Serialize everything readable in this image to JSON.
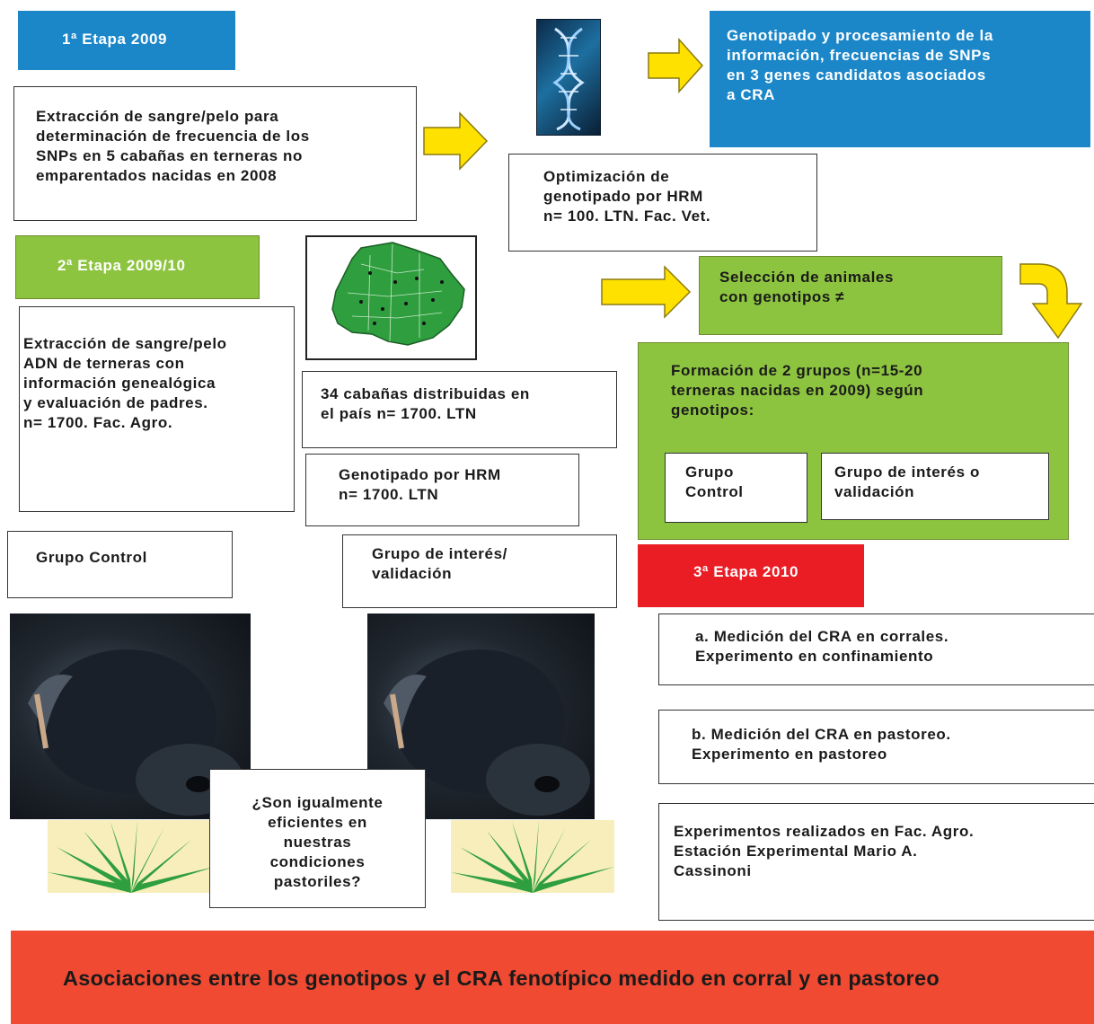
{
  "stage1": {
    "label": "1ª Etapa 2009"
  },
  "stage2": {
    "label": "2ª Etapa 2009/10"
  },
  "stage3": {
    "label": "3ª Etapa 2010"
  },
  "extraction1": "Extracción de sangre/pelo para\ndeterminación de frecuencia de los\nSNPs en 5 cabañas en terneras no\nemparentados nacidas en 2008",
  "genotyping_processing": "Genotipado y procesamiento de la\ninformación, frecuencias de SNPs\nen 3 genes candidatos asociados\na CRA",
  "optimization": "Optimización de\ngenotipado por HRM\nn= 100. LTN. Fac. Vet.",
  "selection": "Selección de animales\ncon genotipos ≠",
  "extraction2": "Extracción de sangre/pelo\nADN de terneras con\ninformación genealógica\ny evaluación de padres.\nn= 1700. Fac. Agro.",
  "cabanas": "34 cabañas distribuidas en\nel país n= 1700. LTN",
  "hrm1700": "Genotipado por HRM\nn= 1700. LTN",
  "formation": "Formación de 2 grupos (n=15-20\nterneras nacidas en 2009) según\ngenotipos:",
  "group_control_inner": "Grupo\nControl",
  "group_interest_inner": "Grupo de interés o\nvalidación",
  "group_control": "Grupo  Control",
  "group_interest": "Grupo de interés/\nvalidación",
  "measure_a": "a. Medición del CRA en corrales.\nExperimento en confinamiento",
  "measure_b": "b. Medición del CRA en pastoreo.\nExperimento en pastoreo",
  "experiments": "Experimentos realizados en Fac. Agro.\nEstación Experimental Mario A.\nCassinoni",
  "question": "¿Son igualmente\neficientes en\nnuestras\ncondiciones\npastoriles?",
  "conclusion": "Asociaciones entre los genotipos y el CRA fenotípico medido en corral y en pastoreo",
  "colors": {
    "stage1": "#1b87c9",
    "stage2": "#8dc43f",
    "stage3": "#ea1c24",
    "arrow": "#ffe100",
    "conclusion": "#f04a32"
  }
}
